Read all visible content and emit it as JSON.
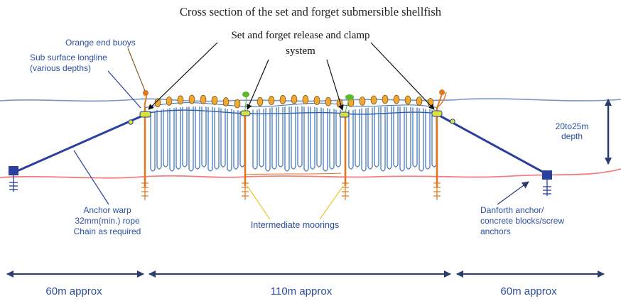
{
  "title": "Cross section of the set and forget submersible shellfish",
  "labels": {
    "orange_end_buoys": "Orange end buoys",
    "sub_surface_line1": "Sub surface longline",
    "sub_surface_line2": "(various depths)",
    "release_clamp_line1": "Set and forget release and clamp",
    "release_clamp_line2": "system",
    "depth_line1": "20to25m",
    "depth_line2": "depth",
    "anchor_warp_line1": "Anchor warp",
    "anchor_warp_line2": "32mm(min.) rope",
    "anchor_warp_line3": "Chain as required",
    "intermediate_moorings": "Intermediate moorings",
    "danforth_line1": "Danforth anchor/",
    "danforth_line2": "concrete blocks/screw",
    "danforth_line3": "anchors"
  },
  "dimensions": {
    "left": "60m approx",
    "middle": "110m approx",
    "right": "60m approx"
  },
  "colors": {
    "sea_surface": "#5a7bbf",
    "seabed": "#f08080",
    "warp": "#2b3f9e",
    "dropper": "#3a6fb8",
    "mooring": "#e0781e",
    "buoy": "#f0a830",
    "clamp": "#d8e23c",
    "marker_float": "#5cb82e",
    "label_blue": "#2a4fa0",
    "arrow": "#2b3c6e"
  }
}
